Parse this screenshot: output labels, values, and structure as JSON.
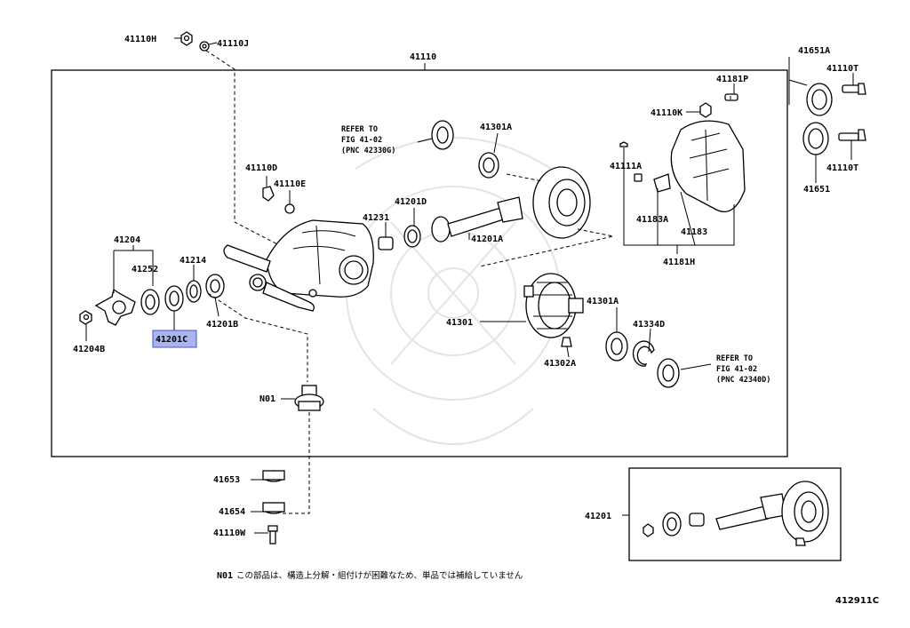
{
  "labels": {
    "p41110H": "41110H",
    "p41110J": "41110J",
    "p41110": "41110",
    "p41651A": "41651A",
    "p41110T_a": "41110T",
    "p41181P": "41181P",
    "p41110K": "41110K",
    "p41111A": "41111A",
    "p41110T_b": "41110T",
    "p41651": "41651",
    "p41183A": "41183A",
    "p41183": "41183",
    "p41181H": "41181H",
    "p41301A_a": "41301A",
    "p41110D": "41110D",
    "p41110E": "41110E",
    "p41201D": "41201D",
    "p41231": "41231",
    "p41201A": "41201A",
    "p41204": "41204",
    "p41252": "41252",
    "p41214": "41214",
    "p41201C": "41201C",
    "p41201B": "41201B",
    "p41204B": "41204B",
    "p41301": "41301",
    "p41301A_b": "41301A",
    "p41334D": "41334D",
    "p41302A": "41302A",
    "pN01": "N01",
    "p41653": "41653",
    "p41654": "41654",
    "p41110W": "41110W",
    "p41201": "41201"
  },
  "refer_top": {
    "line1": "REFER TO",
    "line2": "FIG 41-02",
    "line3": "(PNC 42330G)"
  },
  "refer_right": {
    "line1": "REFER TO",
    "line2": "FIG 41-02",
    "line3": "(PNC 42340D)"
  },
  "footnote": {
    "marker": "N01",
    "text": "この部品は、構造上分解・組付けが困難なため、単品では補給していません"
  },
  "figure_code": "412911C",
  "highlighted_part": "41201C",
  "colors": {
    "highlight_fill": "#aab4ee",
    "highlight_border": "#4a56b8",
    "watermark": "#e4e4e4"
  }
}
